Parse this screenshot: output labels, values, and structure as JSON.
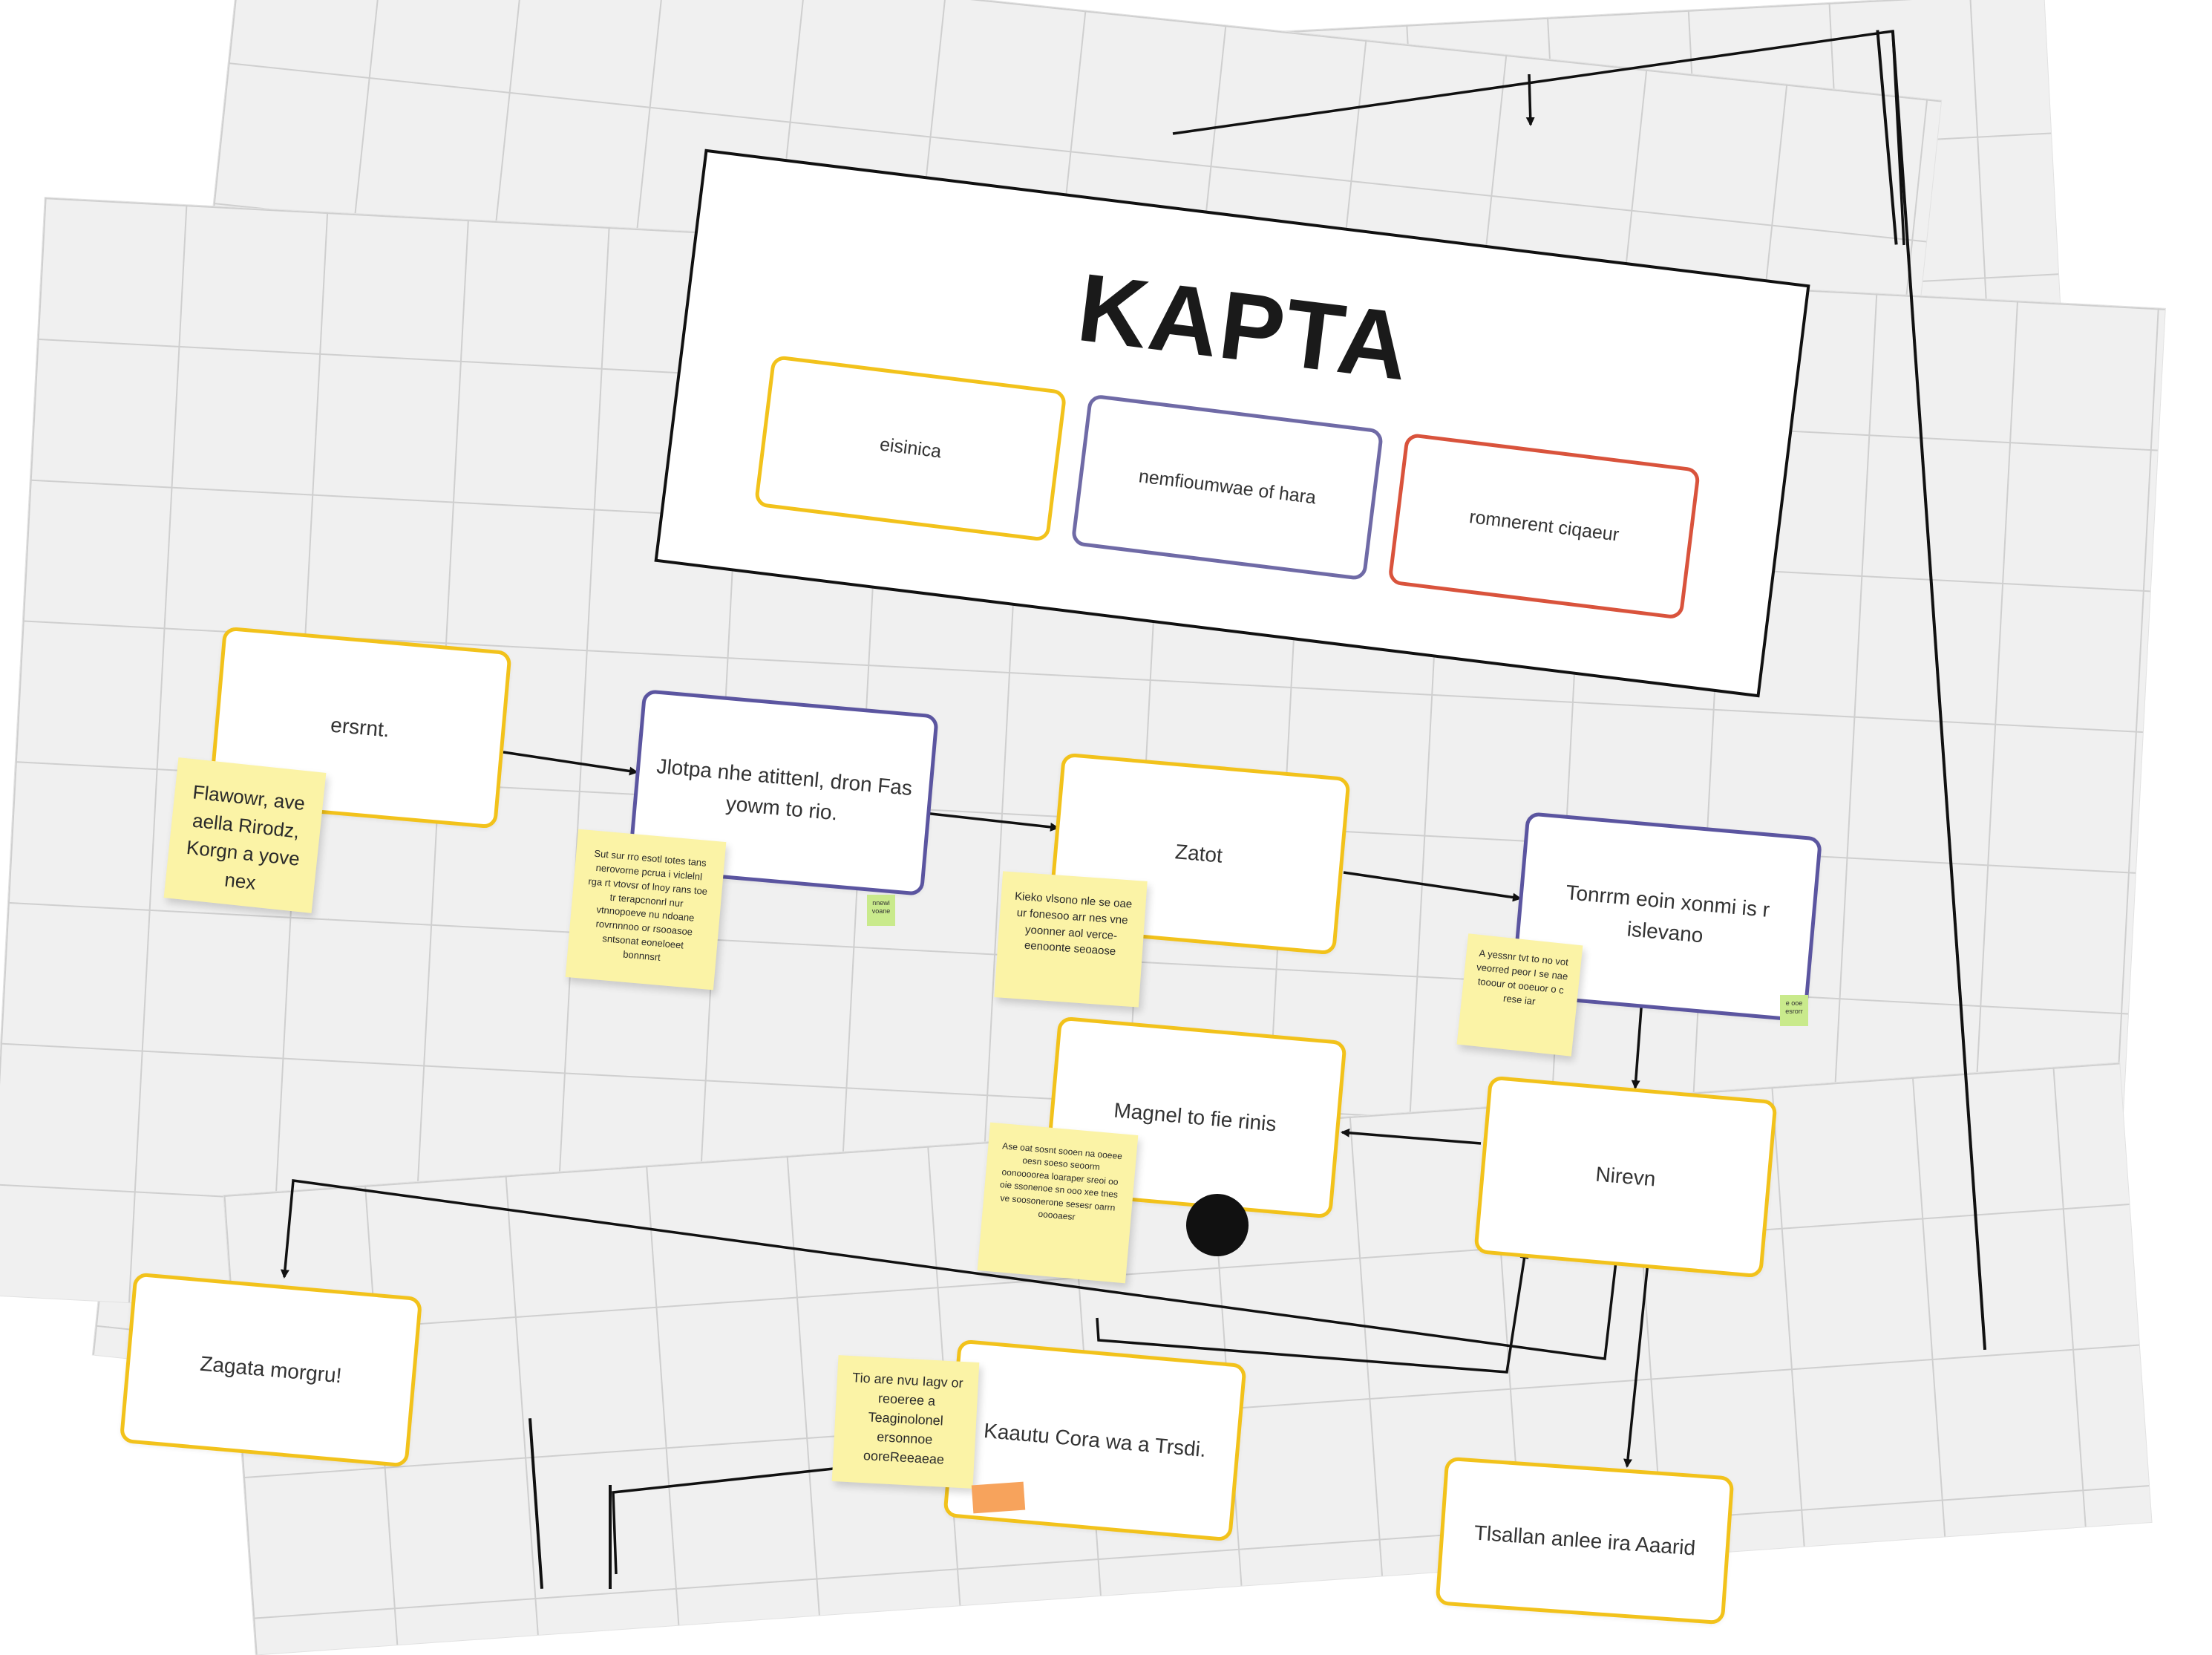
{
  "board": {
    "title": "KAPTA",
    "legend": [
      {
        "label": "eisinica",
        "color": "#f2c21b"
      },
      {
        "label": "nemfioumwae of hara",
        "color": "#6f6aa6"
      },
      {
        "label": "romnerent ciqaeur",
        "color": "#d9533c"
      }
    ]
  },
  "cards": {
    "start": "ersrnt.",
    "step1": "Jlotpa nhe atittenl, dron Fas yowm to rio.",
    "step2": "Zatot",
    "step3": "Tonrrm eoin xonmi is r islevano",
    "step4": "Magnel to fie rinis",
    "step5": "Nirevn",
    "step6": "Zagata morgru!",
    "step7": "Kaautu Cora wa a Trsdi.",
    "step8": "Tlsallan anlee ira Aaarid"
  },
  "stickies": {
    "s1": "Flawowr, ave aella Rirodz, Korgn a yove nex",
    "s2": "Sut sur rro esotl totes tans nerovorne pcrua i viclelnl rga rt vtovsr of lnoy rans toe tr terapcnonrl nur vtnnopoeve nu ndoane rovrnnnoo or rsooasoe sntsonat eoneloeet bonnnsrt",
    "s3": "Kieko vlsono nle se oae ur fonesoo arr nes vne yoonner aol verce-eenoonte seoaose",
    "s4": "A yessnr tvt to no vot veorred peor I se nae tooour ot ooeuor o c rese iar",
    "s5": "Ase oat sosnt sooen na ooeee oesn soeso seoorm oonoooorea loaraper sreoi oo oie ssonenoe sn ooo xee tnes ve soosonerone sesesr oarrn ooooaesr",
    "s6": "Tio are nvu Iagv or reoeree a Teaginolonel ersonnoe ooreReeaeae"
  },
  "tags": {
    "t1": "nnewi voane",
    "t2": "e ooe esrorr"
  },
  "colors": {
    "yellow": "#f2c21b",
    "purple": "#5b55a0",
    "red": "#d9533c",
    "sticky": "#fbf3a6",
    "tag": "#c9ea8c",
    "orange": "#f7a35c"
  }
}
